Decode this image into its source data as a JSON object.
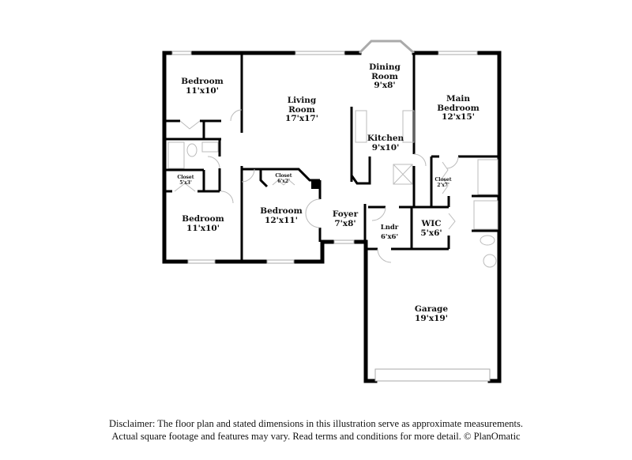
{
  "floorplan": {
    "rooms": [
      {
        "id": "bedroom-top-left",
        "name": "Bedroom",
        "dims": "11'x10'"
      },
      {
        "id": "living-room",
        "name": "Living Room",
        "name_lines": [
          "Living",
          "Room"
        ],
        "dims": "17'x17'"
      },
      {
        "id": "dining-room",
        "name": "Dining Room",
        "name_lines": [
          "Dining",
          "Room"
        ],
        "dims": "9'x8'"
      },
      {
        "id": "main-bedroom",
        "name": "Main Bedroom",
        "name_lines": [
          "Main",
          "Bedroom"
        ],
        "dims": "12'x15'"
      },
      {
        "id": "kitchen",
        "name": "Kitchen",
        "dims": "9'x10'"
      },
      {
        "id": "closet-left",
        "name": "Closet",
        "dims": "5'x3'"
      },
      {
        "id": "closet-middle",
        "name": "Closet",
        "dims": "6'x2'"
      },
      {
        "id": "closet-main",
        "name": "Closet",
        "dims": "2'x7'"
      },
      {
        "id": "bedroom-bottom-left",
        "name": "Bedroom",
        "dims": "11'x10'"
      },
      {
        "id": "bedroom-middle",
        "name": "Bedroom",
        "dims": "12'x11'"
      },
      {
        "id": "foyer",
        "name": "Foyer",
        "dims": "7'x8'"
      },
      {
        "id": "laundry",
        "name": "Lndr",
        "dims": "6'x6'"
      },
      {
        "id": "wic",
        "name": "WIC",
        "dims": "5'x6'"
      },
      {
        "id": "garage",
        "name": "Garage",
        "dims": "19'x19'"
      }
    ]
  },
  "disclaimer": {
    "line1": "Disclaimer: The floor plan and stated dimensions in this illustration serve as approximate measurements.",
    "line2": "Actual square footage and features may vary. Read terms and conditions for more detail. © PlanOmatic"
  }
}
